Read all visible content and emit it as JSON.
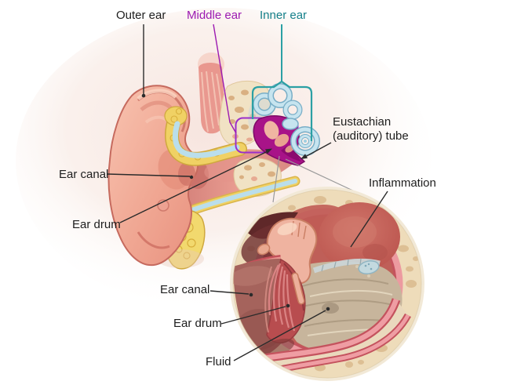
{
  "labels": {
    "outer_ear": "Outer ear",
    "middle_ear": "Middle ear",
    "inner_ear": "Inner ear",
    "eustachian_tube": "Eustachian (auditory) tube",
    "ear_canal": "Ear canal",
    "ear_drum": "Ear drum",
    "inflammation": "Inflammation",
    "inset_ear_canal": "Ear canal",
    "inset_ear_drum": "Ear drum",
    "fluid": "Fluid"
  },
  "colors": {
    "label_text": "#1d1d1d",
    "middle_ear_label": "#9c1ab1",
    "inner_ear_label": "#15808a",
    "middle_ear_box": "#9a2fcb",
    "inner_ear_bracket": "#2ba0a4",
    "leader_line": "#2b2b2b",
    "magnifier_line": "#9a9a9a",
    "background": "#ffffff"
  }
}
